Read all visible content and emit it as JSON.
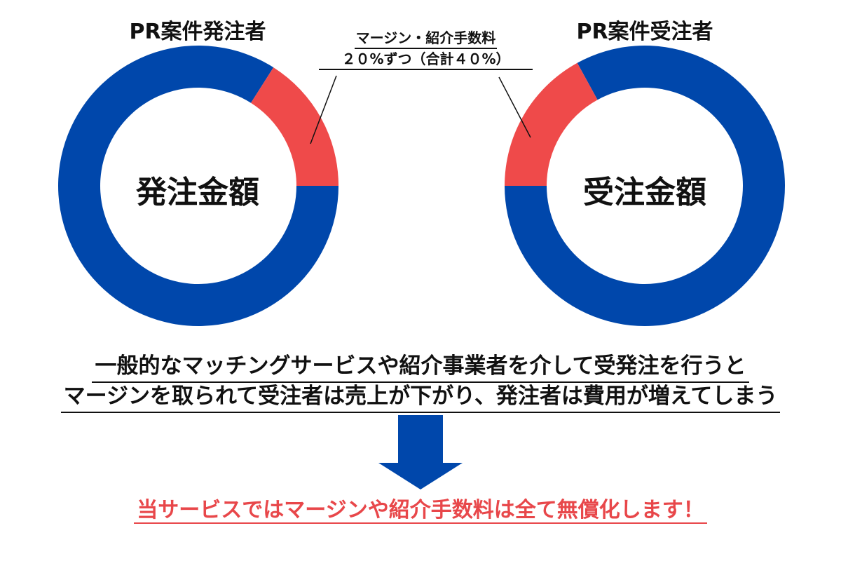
{
  "left_chart": {
    "title": "PR案件発注者",
    "center_label": "発注金額",
    "margin_percent": 16,
    "base_percent": 84
  },
  "right_chart": {
    "title": "PR案件受注者",
    "center_label": "受注金額",
    "margin_percent": 17,
    "base_percent": 83
  },
  "annotation": {
    "line1": "マージン・紹介手数料",
    "line2": "２０%ずつ（合計４０%）"
  },
  "message": {
    "line1": "一般的なマッチングサービスや紹介事業者を介して受発注を行うと",
    "line2": "マージンを取られて受注者は売上が下がり、発注者は費用が増えてしまう"
  },
  "conclusion": "当サービスではマージンや紹介手数料は全て無償化します！",
  "colors": {
    "blue": "#0047ab",
    "red": "#ef4a4a",
    "conclusion_red": "#e8474a"
  }
}
